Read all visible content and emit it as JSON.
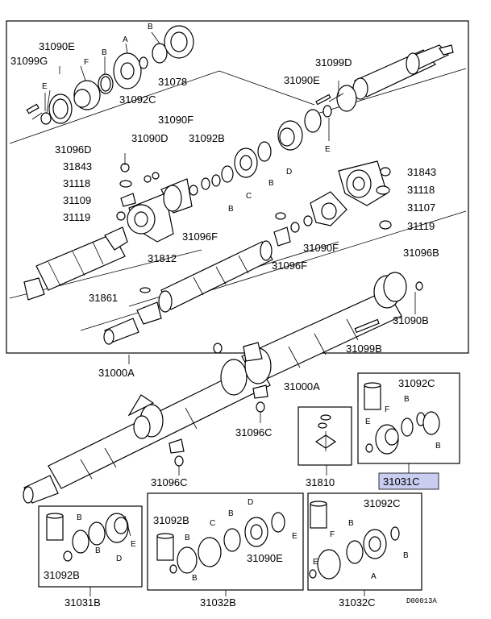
{
  "labels": {
    "l31090E_a": "31090E",
    "l31099G": "31099G",
    "lA_1": "A",
    "lB_1": "B",
    "lF_1": "F",
    "lB_2": "B",
    "lE_1": "E",
    "l31078": "31078",
    "l31092C_a": "31092C",
    "l31099D": "31099D",
    "l31090E_b": "31090E",
    "lE_2": "E",
    "l31090F_a": "31090F",
    "l31096D": "31096D",
    "l31090D": "31090D",
    "l31092B_a": "31092B",
    "l31843_a": "31843",
    "l31118_a": "31118",
    "l31109": "31109",
    "l31119_a": "31119",
    "lB_3": "B",
    "lC_1": "C",
    "lB_4": "B",
    "lD_1": "D",
    "l31843_b": "31843",
    "l31118_b": "31118",
    "l31107": "31107",
    "l31119_b": "31119",
    "l31096F_a": "31096F",
    "l31090F_b": "31090F",
    "l31812": "31812",
    "l31096F_b": "31096F",
    "l31096B": "31096B",
    "l31861": "31861",
    "l31090B": "31090B",
    "l31099B": "31099B",
    "l31000A_a": "31000A",
    "l31000A_b": "31000A",
    "l31092C_b": "31092C",
    "lB_5": "B",
    "lF_2": "F",
    "lE_3": "E",
    "lB_6": "B",
    "l31096C_a": "31096C",
    "l31096C_b": "31096C",
    "l31810": "31810",
    "l31031C": "31031C",
    "lB_7": "B",
    "lE_4": "E",
    "lB_8": "B",
    "lD_2": "D",
    "l31092B_b": "31092B",
    "l31031B": "31031B",
    "l31092B_c": "31092B",
    "lB_9": "B",
    "lC_2": "C",
    "lB_10": "B",
    "lD_3": "D",
    "lB_11": "B",
    "lE_5": "E",
    "l31090E_c": "31090E",
    "l31032B": "31032B",
    "l31092C_c": "31092C",
    "lF_3": "F",
    "lB_12": "B",
    "lB_13": "B",
    "lE_6": "E",
    "lA_2": "A",
    "l31032C": "31032C",
    "code": "D00013A"
  },
  "highlight_color": "#c9cdf0"
}
